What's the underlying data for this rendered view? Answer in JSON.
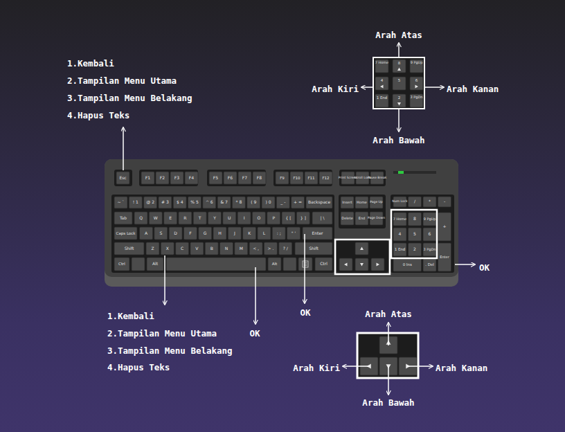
{
  "diagram": {
    "labels": [
      "1.Kembali",
      "2.Tampilan Menu Utama",
      "3.Tampilan Menu Belakang",
      "4.Hapus Teks",
      "Arah Atas",
      "Arah Kiri",
      "Arah Kanan",
      "Arah Bawah",
      "7 Home",
      "8",
      "9 PgUp",
      "4",
      "5",
      "6",
      "1 End",
      "2",
      "3 PgDn",
      "Esc",
      "F1",
      "F2",
      "F3",
      "F4",
      "F5",
      "F6",
      "F7",
      "F8",
      "F9",
      "F10",
      "F11",
      "F12",
      "Print Screen",
      "Scroll Lock",
      "Pause Break",
      "~ `",
      "! 1",
      "@ 2",
      "# 3",
      "$ 4",
      "% 5",
      "^ 6",
      "& 7",
      "* 8",
      "( 9",
      ") 0",
      "_ -",
      "+ =",
      "Backspace",
      "Tab",
      "Q",
      "W",
      "E",
      "R",
      "T",
      "Y",
      "U",
      "I",
      "O",
      "P",
      "{ [",
      "} ]",
      "| \\",
      "Caps Lock",
      "A",
      "S",
      "D",
      "F",
      "G",
      "H",
      "J",
      "K",
      "L",
      ": ;",
      "\" '",
      "Enter",
      "Shift",
      "Z",
      "X",
      "C",
      "V",
      "B",
      "N",
      "M",
      "< ,",
      "> .",
      "? /",
      "Shift",
      "Ctrl",
      "Alt",
      "Alt",
      "Ctrl",
      "Insert",
      "Home",
      "Page Up",
      "Delete",
      "End",
      "Page Down",
      "Num Lock",
      "/",
      "*",
      "-",
      "7 Home",
      "8",
      "9 PgUp",
      "+",
      "4",
      "5",
      "6",
      "1 End",
      "2",
      "3 PgDn",
      "Enter",
      "0 Ins",
      ". Del",
      "OK",
      "1.Kembali",
      "2.Tampilan Menu Utama",
      "3.Tampilan Menu Belakang",
      "4.Hapus Teks",
      "OK",
      "OK",
      "Arah Atas",
      "Arah Kiri",
      "Arah Kanan",
      "Arah Bawah"
    ]
  }
}
